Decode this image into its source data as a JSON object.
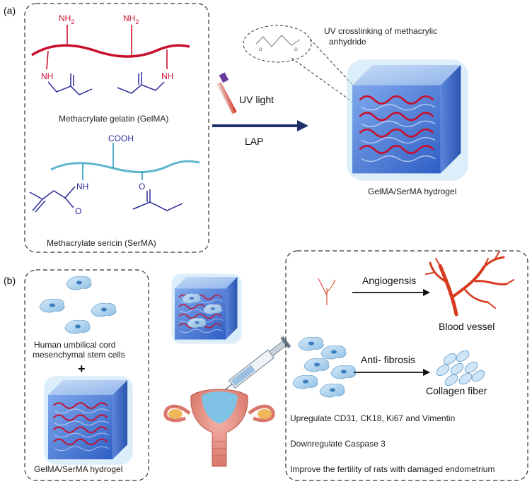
{
  "panel_a": {
    "tag": "(a)",
    "gelma": {
      "nh2_left": "NH",
      "nh2_right": "NH",
      "nh2_sub": "2",
      "nh_left": "NH",
      "nh_right": "NH",
      "caption": "Methacrylate gelatin  (GelMA)"
    },
    "serma": {
      "cooh": "COOH",
      "nh": "NH",
      "o_ring": "O",
      "o_carbonyl": "O",
      "caption": "Methacrylate sericin (SerMA)"
    },
    "uv_label": "UV light",
    "lap_label": "LAP",
    "crosslink_note_line1": "UV crosslinking of methacrylic",
    "crosslink_note_line2": "anhydride",
    "hydrogel_caption": "GelMA/SerMA hydrogel"
  },
  "panel_b": {
    "tag": "(b)",
    "cells_line1": "Human umbilical cord",
    "cells_line2": "mesenchymal stem cells",
    "plus": "+",
    "hydrogel_caption": "GelMA/SerMA hydrogel",
    "angiogenesis": "Angiogensis",
    "blood_vessel": "Blood vessel",
    "anti_fibrosis": "Anti- fibrosis",
    "collagen_fiber": "Collagen fiber",
    "outcome_1": "Upregulate CD31, CK18, Ki67 and Vimentin",
    "outcome_2": "Downregulate Caspase 3",
    "outcome_3": "Improve the fertility of rats with damaged endometrium"
  },
  "colors": {
    "gelatin_red": "#c8102e",
    "sericin_teal": "#5fb6cc",
    "methacrylate_blue": "#2a2a9a",
    "arrow_navy": "#1f2f6b",
    "hydrogel_blue": "#4f7fd6",
    "vessel_red": "#d8391f",
    "cell_blue": "#a9d0ec"
  }
}
